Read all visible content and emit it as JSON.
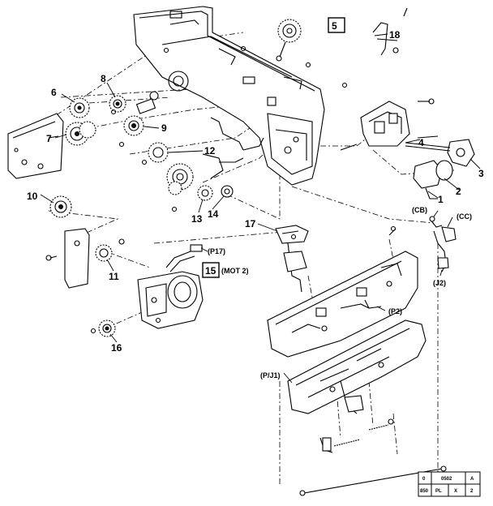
{
  "callouts": [
    {
      "id": "5",
      "text": "5",
      "boxed": true
    },
    {
      "id": "18",
      "text": "18"
    },
    {
      "id": "6",
      "text": "6"
    },
    {
      "id": "8",
      "text": "8"
    },
    {
      "id": "7",
      "text": "7"
    },
    {
      "id": "9",
      "text": "9"
    },
    {
      "id": "12",
      "text": "12"
    },
    {
      "id": "4",
      "text": "4"
    },
    {
      "id": "3",
      "text": "3"
    },
    {
      "id": "2",
      "text": "2"
    },
    {
      "id": "1",
      "text": "1"
    },
    {
      "id": "10",
      "text": "10"
    },
    {
      "id": "13",
      "text": "13"
    },
    {
      "id": "14",
      "text": "14"
    },
    {
      "id": "17",
      "text": "17"
    },
    {
      "id": "11",
      "text": "11"
    },
    {
      "id": "15",
      "text": "15",
      "boxed": true
    },
    {
      "id": "16",
      "text": "16"
    }
  ],
  "connector_labels": {
    "p17": "(P17)",
    "mot2": "(MOT 2)",
    "cb": "(CB)",
    "cc": "(CC)",
    "j2": "(J2)",
    "p2": "(P2)",
    "pj1": "(P/J1)"
  },
  "title_block": {
    "r1c1": "0",
    "r1c2": "0502",
    "r1c3": "A",
    "r2c1": "850",
    "r2c2": "PL",
    "r2c3": "X",
    "r2c4": "2"
  },
  "colors": {
    "ink": "#000000",
    "paper": "#ffffff"
  }
}
